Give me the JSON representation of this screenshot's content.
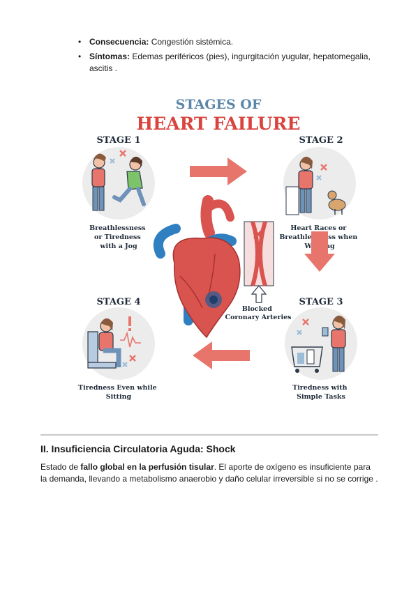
{
  "bullets": [
    {
      "label": "Consecuencia:",
      "text": " Congestión sistémica."
    },
    {
      "label": "Síntomas:",
      "text": " Edemas periféricos (pies), ingurgitación yugular, hepatomegalia, ascitis ."
    }
  ],
  "bullet_glyph": "•",
  "infographic": {
    "title_top": "STAGES OF",
    "title_main": "HEART FAILURE",
    "stages": [
      {
        "heading": "STAGE 1",
        "caption_lines": [
          "Breathlessness",
          "or Tiredness",
          "with a Jog"
        ]
      },
      {
        "heading": "STAGE 2",
        "caption_lines": [
          "Heart Races or",
          "Breathlessness when",
          "Walking"
        ]
      },
      {
        "heading": "STAGE 3",
        "caption_lines": [
          "Tiredness with",
          "Simple Tasks"
        ]
      },
      {
        "heading": "STAGE 4",
        "caption_lines": [
          "Tiredness Even while",
          "Sitting"
        ]
      }
    ],
    "artery_label_lines": [
      "Blocked",
      "Coronary Arteries"
    ],
    "colors": {
      "title_top": "#5b86a8",
      "title_main": "#d9443e",
      "arrow": "#e8756c",
      "heart": "#d9534f",
      "vessel_blue": "#2f7fc1",
      "circle_bg": "#ececec"
    }
  },
  "section": {
    "heading": "II. Insuficiencia Circulatoria Aguda: Shock",
    "para_prefix": "Estado de ",
    "para_bold": "fallo global en la perfusión tisular",
    "para_rest": ". El aporte de oxígeno es insuficiente para la demanda, llevando a metabolismo anaerobio y daño celular irreversible si no se corrige ."
  }
}
